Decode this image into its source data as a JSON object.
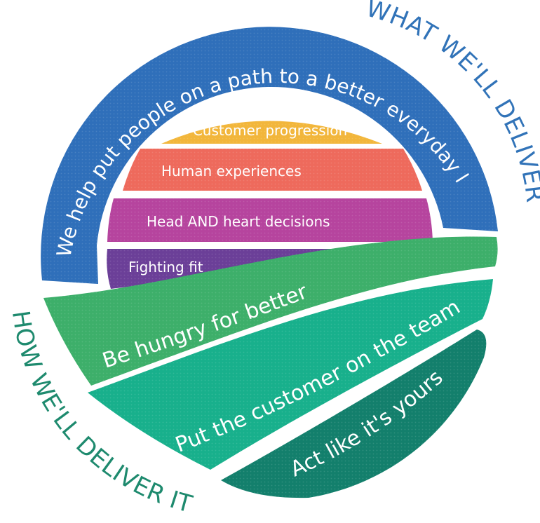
{
  "diagram": {
    "what_label": "WHAT WE'LL DELIVER",
    "how_label": "HOW WE'LL DELIVER IT",
    "purpose": "We help put people on a path to a better everyday life",
    "tiers": [
      {
        "label": "Customer progression",
        "color": "#f2b63b"
      },
      {
        "label": "Human experiences",
        "color": "#ee6a5c"
      },
      {
        "label": "Head AND heart decisions",
        "color": "#b6449e"
      },
      {
        "label": "Fighting fit",
        "color": "#6b3f98"
      }
    ],
    "behaviours": [
      {
        "label": "Be hungry for better",
        "color": "#3daf6a"
      },
      {
        "label": "Put the customer on the team",
        "color": "#18b08c"
      },
      {
        "label": "Act like it's yours",
        "color": "#137f6c"
      }
    ],
    "colors": {
      "blue_arc": "#2f6fba",
      "what_text": "#3173b8",
      "how_text": "#1e8a6e"
    }
  }
}
